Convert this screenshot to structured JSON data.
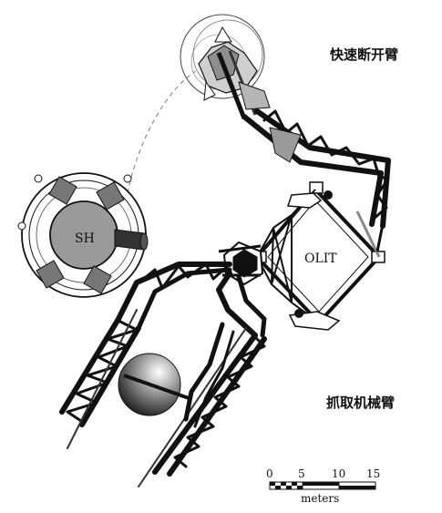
{
  "labels": {
    "quick_arm": "快速断开臂",
    "grab_arm": "抓取机械臂",
    "sh": "SH",
    "olit": "OLIT"
  },
  "scale_bar": {
    "ticks": [
      "0",
      "5",
      "10",
      "15"
    ],
    "unit": "meters"
  },
  "colors": {
    "ink": "#111111",
    "gray_fill": "#9a9a9a",
    "light_gray": "#cfcfcf",
    "white": "#ffffff"
  }
}
